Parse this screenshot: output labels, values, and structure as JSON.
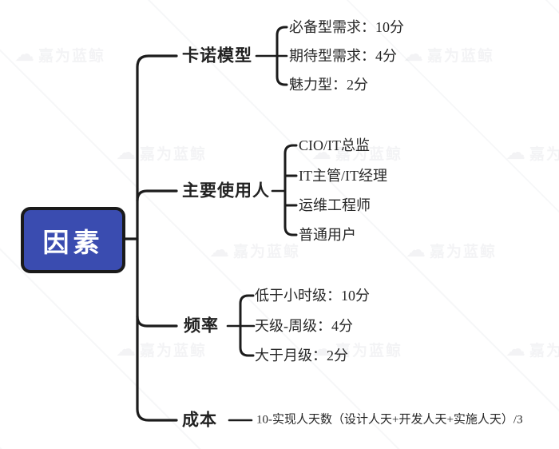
{
  "canvas": {
    "background": "#ffffff",
    "line_color": "#1c1c1c"
  },
  "watermark": {
    "icon": "cloud-icon",
    "glyph": "☁",
    "text": "嘉为蓝鲸"
  },
  "root": {
    "label": "因素",
    "fill": "#3a4cb0",
    "border_color": "#1a1a1a",
    "text_color": "#ffffff"
  },
  "branches": [
    {
      "label": "卡诺模型",
      "children": [
        "必备型需求：10分",
        "期待型需求：4分",
        "魅力型：2分"
      ]
    },
    {
      "label": "主要使用人",
      "children": [
        "CIO/IT总监",
        "IT主管/IT经理",
        "运维工程师",
        "普通用户"
      ]
    },
    {
      "label": "频率",
      "children": [
        "低于小时级：10分",
        "天级-周级：4分",
        "大于月级：2分"
      ]
    },
    {
      "label": "成本",
      "children": [
        "10-实现人天数（设计人天+开发人天+实施人天）/3"
      ]
    }
  ]
}
